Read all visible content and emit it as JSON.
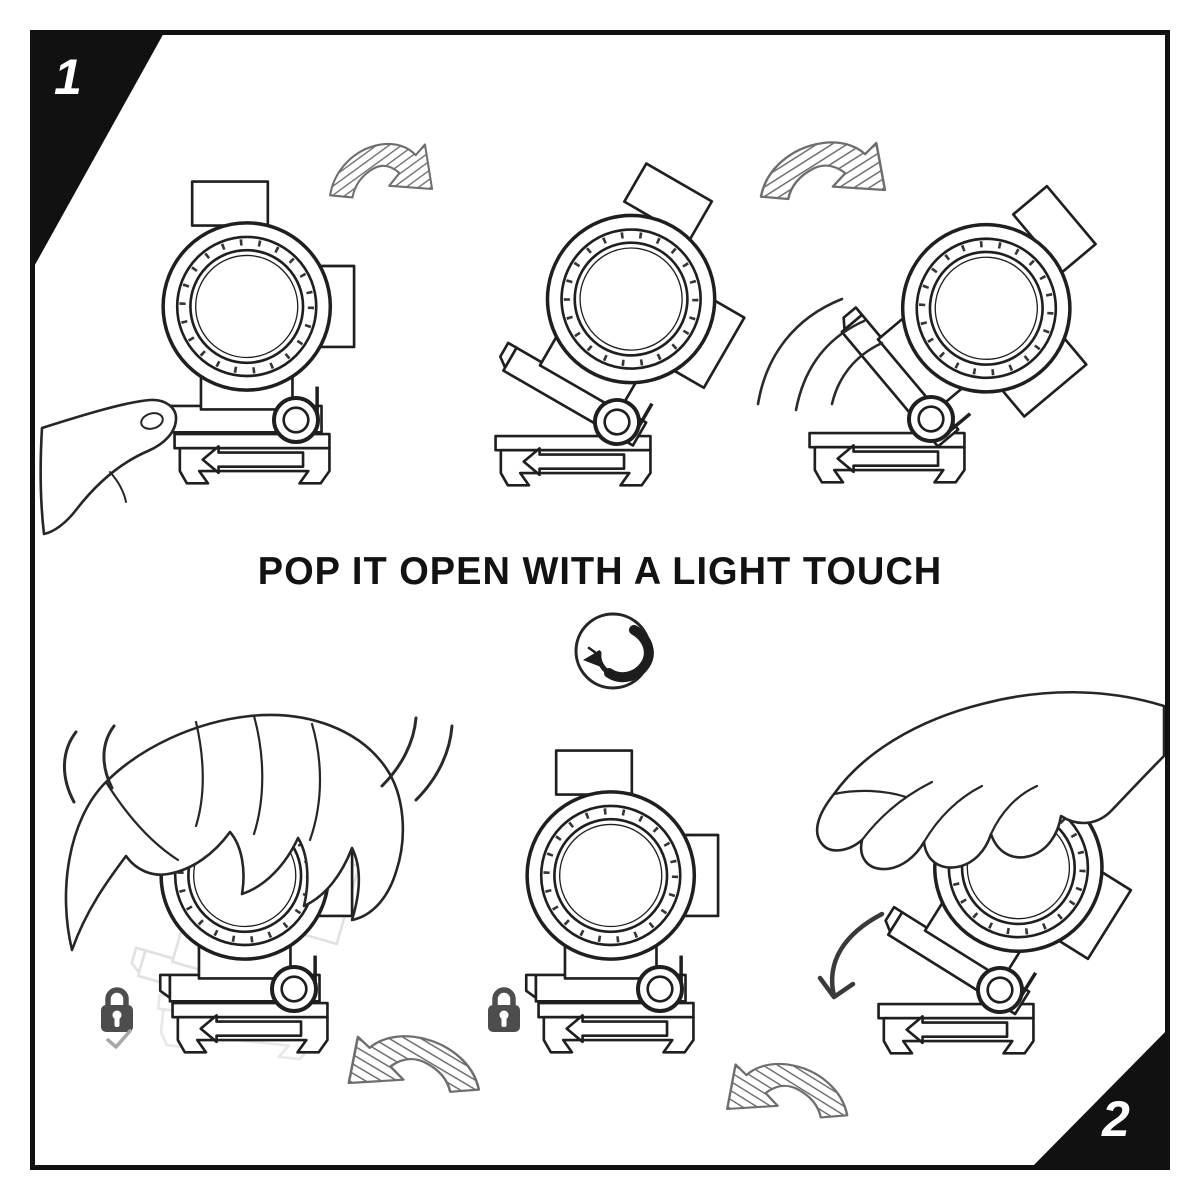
{
  "page": {
    "background": "#ffffff",
    "frame_color": "#111111",
    "line_color": "#1f1f1f"
  },
  "corner_steps": {
    "step1": "1",
    "step2": "2"
  },
  "headline": {
    "text": "POP IT OPEN WITH A LIGHT TOUCH",
    "color": "#111111"
  },
  "icons": {
    "touch_gesture_icon": "rotate-swirl-in-circle",
    "lock_left_icon": "lock-closed",
    "lock_left_check_icon": "checkmark",
    "lock_middle_icon": "lock-closed",
    "rotate_arrow_top_left": "hatched-curved-arrow-right",
    "rotate_arrow_top_right": "hatched-curved-arrow-right",
    "rotate_arrow_bottom_left": "hatched-curved-arrow-left",
    "rotate_arrow_bottom_right": "hatched-curved-arrow-left",
    "swing_motion_lines": "triple-arc",
    "wiggle_motion_lines": "double-arc",
    "close_latch_arrow": "thin-curved-arrow-down"
  },
  "colors": {
    "lock": "#4d4d4d",
    "check": "#a8a8a8",
    "hatched_arrow": "#6e6e6e",
    "ghost_outline": "#c9c9c9"
  }
}
